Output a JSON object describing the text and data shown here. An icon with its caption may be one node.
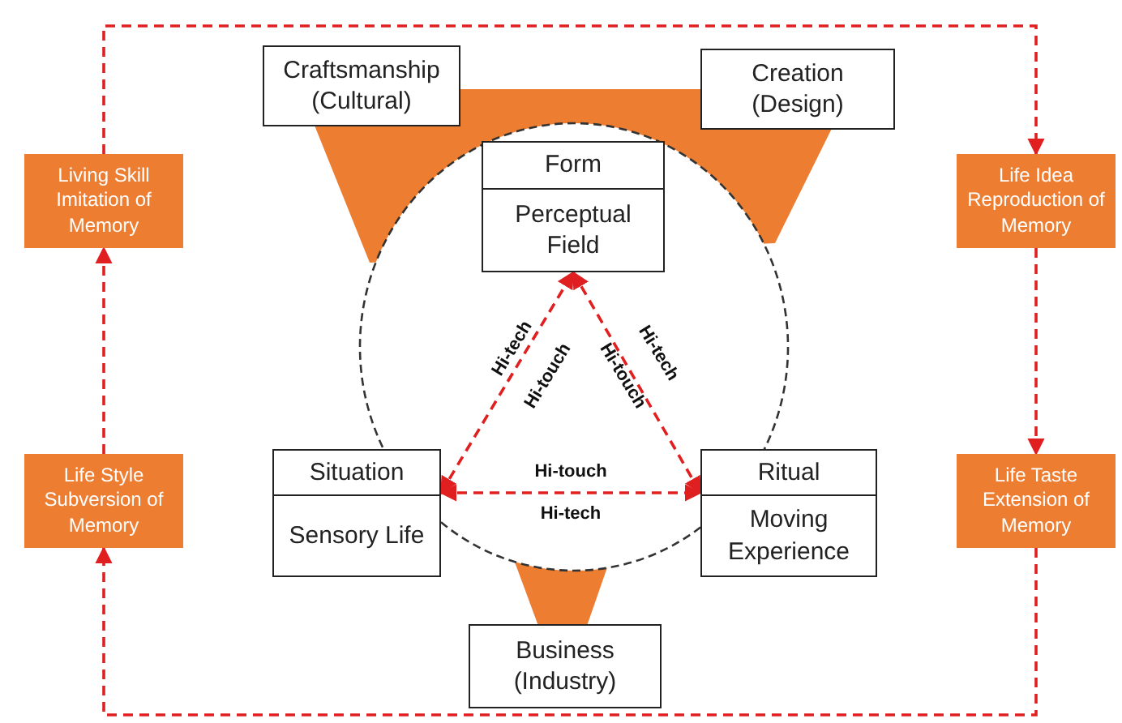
{
  "diagram": {
    "nodes": [
      {
        "text": [
          "Living Skill Imitation of Memory"
        ]
      },
      {
        "text": [
          "Craftsmanship (Cultural)"
        ]
      },
      {
        "text": [
          "Creation (Design)"
        ]
      },
      {
        "text": [
          "Life Idea Reproduction of Memory"
        ]
      },
      {
        "text": [
          "Form",
          "Perceptual Field"
        ]
      },
      {
        "text": [
          "Life Style Subversion of Memory"
        ]
      },
      {
        "text": [
          "Situation",
          "Sensory Life"
        ]
      },
      {
        "text": [
          "Ritual",
          "Moving Experience"
        ]
      },
      {
        "text": [
          "Life Taste Extension of Memory"
        ]
      },
      {
        "text": [
          "Business (Industry)"
        ]
      }
    ],
    "edges": [
      {
        "from": 0,
        "to": 3,
        "arrow": "to",
        "style": "dashed"
      },
      {
        "from": 3,
        "to": 8,
        "arrow": "to",
        "style": "dashed"
      },
      {
        "from": 8,
        "to": 5,
        "arrow": "to",
        "style": "dashed"
      },
      {
        "from": 5,
        "to": 0,
        "arrow": "to",
        "style": "dashed"
      },
      {
        "from": 6,
        "to": 4,
        "arrow": "both",
        "style": "dashed",
        "label": "Hi-tech"
      },
      {
        "from": 4,
        "to": 7,
        "arrow": "both",
        "style": "dashed",
        "label": "Hi-tech"
      },
      {
        "from": 6,
        "to": 7,
        "arrow": "both",
        "style": "dashed",
        "label": "Hi-touch"
      }
    ],
    "labels": [
      "Hi-touch",
      "Hi-touch",
      "Hi-tech"
    ]
  }
}
